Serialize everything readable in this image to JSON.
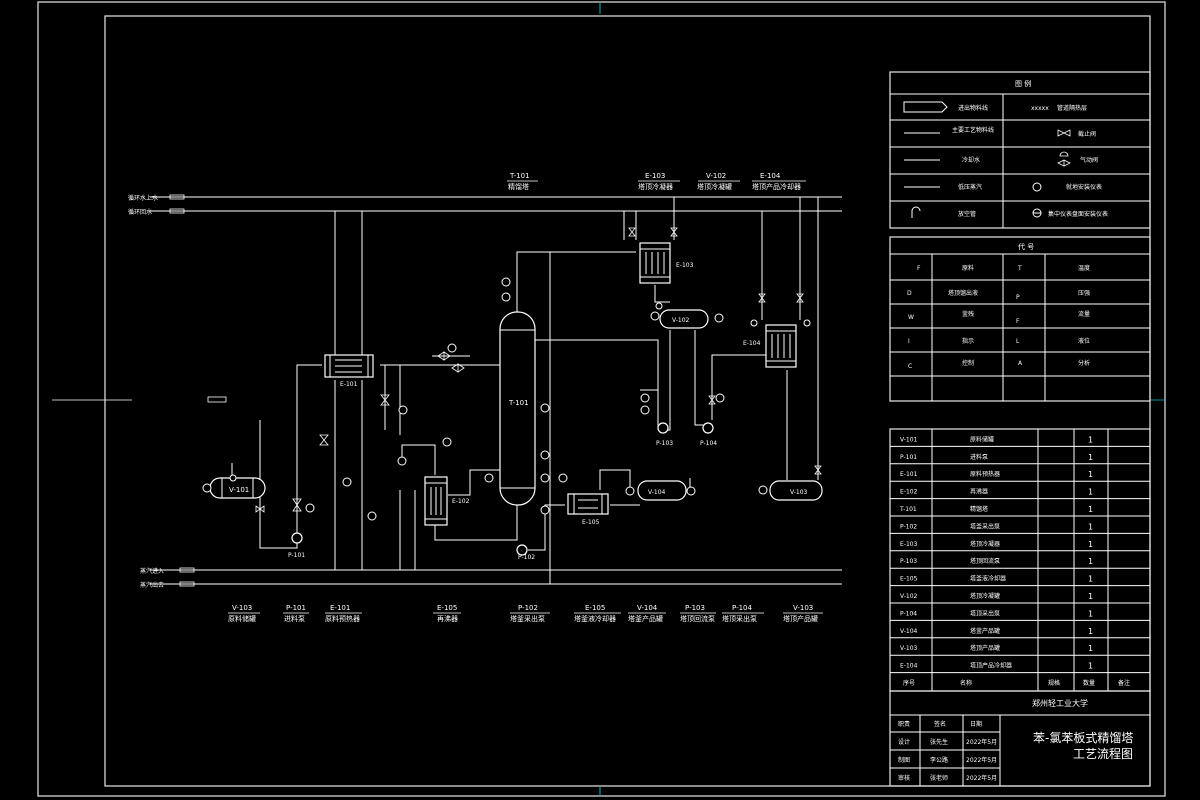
{
  "colors": {
    "background": "#000000",
    "lines": "#ffffff",
    "accent": "#00b4c8"
  },
  "pipe_labels": {
    "top_1": "循环水上水",
    "top_2": "循环回水",
    "bottom_1": "蒸汽进入",
    "bottom_2": "蒸汽出去",
    "pipe_code": "xxxxx"
  },
  "top_equipment_labels": [
    {
      "code": "T-101",
      "name": "精馏塔"
    },
    {
      "code": "E-103",
      "name": "塔顶冷凝器"
    },
    {
      "code": "V-102",
      "name": "塔顶冷凝罐"
    },
    {
      "code": "E-104",
      "name": "塔顶产品冷却器"
    }
  ],
  "bottom_equipment_labels": [
    {
      "code": "V-103",
      "name": "原料储罐"
    },
    {
      "code": "P-101",
      "name": "进料泵"
    },
    {
      "code": "E-101",
      "name": "原料预热器"
    },
    {
      "code": "E-105",
      "name": "再沸器"
    },
    {
      "code": "P-102",
      "name": "塔釜采出泵"
    },
    {
      "code": "E-105",
      "name": "塔釜液冷却器"
    },
    {
      "code": "V-104",
      "name": "塔釜产品罐"
    },
    {
      "code": "P-103",
      "name": "塔顶回流泵"
    },
    {
      "code": "P-104",
      "name": "塔顶采出泵"
    },
    {
      "code": "V-103",
      "name": "塔顶产品罐"
    }
  ],
  "diagram_tags": {
    "column": "T-101",
    "e101": "E-101",
    "e102": "E-102",
    "e103": "E-103",
    "e104": "E-104",
    "e105": "E-105",
    "v101": "V-101",
    "v102": "V-102",
    "v103": "V-103",
    "v104": "V-104",
    "p101": "P-101",
    "p102": "P-102",
    "p103": "P-103",
    "p104": "P-104"
  },
  "legend": {
    "title": "图 例",
    "rows": [
      {
        "left": "进出物料线",
        "right": "管道隔热层"
      },
      {
        "left": "主要工艺物料线",
        "right": "截止阀"
      },
      {
        "left": "冷却水",
        "right": "气动阀"
      },
      {
        "left": "低压蒸汽",
        "right": "就地安装仪表"
      },
      {
        "left": "放空管",
        "right": "集中仪表盘面安装仪表"
      }
    ]
  },
  "codes": {
    "title": "代 号",
    "rows": [
      {
        "c1": "F",
        "c2": "原料",
        "c3": "T",
        "c4": "温度"
      },
      {
        "c1": "D",
        "c2": "塔顶馏出液",
        "c3": "P",
        "c4": "压强"
      },
      {
        "c1": "W",
        "c2": "釜残",
        "c3": "F",
        "c4": "流量"
      },
      {
        "c1": "I",
        "c2": "指示",
        "c3": "L",
        "c4": "液位"
      },
      {
        "c1": "C",
        "c2": "控制",
        "c3": "A",
        "c4": "分析"
      }
    ]
  },
  "parts_list": {
    "rows": [
      {
        "code": "V-101",
        "name": "原料储罐",
        "qty": "1"
      },
      {
        "code": "P-101",
        "name": "进料泵",
        "qty": "1"
      },
      {
        "code": "E-101",
        "name": "原料预热器",
        "qty": "1"
      },
      {
        "code": "E-102",
        "name": "再沸器",
        "qty": "1"
      },
      {
        "code": "T-101",
        "name": "精馏塔",
        "qty": "1"
      },
      {
        "code": "P-102",
        "name": "塔釜采出泵",
        "qty": "1"
      },
      {
        "code": "E-103",
        "name": "塔顶冷凝器",
        "qty": "1"
      },
      {
        "code": "P-103",
        "name": "塔顶回流泵",
        "qty": "1"
      },
      {
        "code": "E-105",
        "name": "塔釜液冷却器",
        "qty": "1"
      },
      {
        "code": "V-102",
        "name": "塔顶冷凝罐",
        "qty": "1"
      },
      {
        "code": "P-104",
        "name": "塔顶采出泵",
        "qty": "1"
      },
      {
        "code": "V-104",
        "name": "塔釜产品罐",
        "qty": "1"
      },
      {
        "code": "V-103",
        "name": "塔顶产品罐",
        "qty": "1"
      },
      {
        "code": "E-104",
        "name": "塔顶产品冷却器",
        "qty": "1"
      }
    ],
    "header": {
      "no": "序号",
      "name": "名称",
      "spec": "规格",
      "qty": "数量",
      "note": "备注"
    }
  },
  "title_block": {
    "university": "郑州轻工业大学",
    "title_line1": "苯-氯苯板式精馏塔",
    "title_line2": "工艺流程图",
    "col_sign": "签名",
    "col_date": "日期",
    "rows": [
      {
        "role": "职责",
        "name": "",
        "date": ""
      },
      {
        "role": "设计",
        "name": "张先生",
        "date": "2022年5月"
      },
      {
        "role": "制图",
        "name": "李公路",
        "date": "2022年5月"
      },
      {
        "role": "审核",
        "name": "张老师",
        "date": "2022年5月"
      }
    ]
  }
}
